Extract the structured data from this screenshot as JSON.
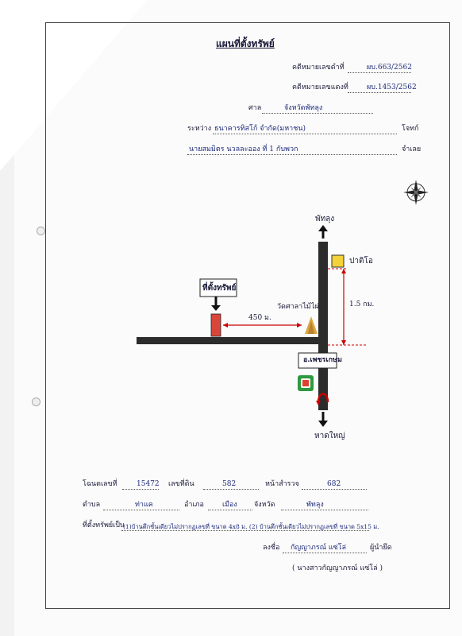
{
  "doc": {
    "title": "แผนที่ตั้งทรัพย์",
    "black_case_label": "คดีหมายเลขดำที่",
    "black_case_no": "ผบ.663/2562",
    "red_case_label": "คดีหมายเลขแดงที่",
    "red_case_no": "ผบ.1453/2562",
    "court_label": "ศาล",
    "court_value": "จังหวัดพัทลุง",
    "between_label": "ระหว่าง",
    "plaintiff": "ธนาคารทิสโก้ จำกัด(มหาชน)",
    "plaintiff_role": "โจทก์",
    "defendant": "นายสมมิตร นวลละออง ที่ 1 กับพวก",
    "defendant_role": "จำเลย"
  },
  "map": {
    "north": "พัทลุง",
    "south": "หาดใหญ่",
    "pinpoint": "ที่ตั้งทรัพย์",
    "distance_label": "450 ม.",
    "temple": "วัดศาลาไม้ไผ่",
    "distance_vertical": "1.5 กม.",
    "papaya": "ปาติโอ",
    "district": "อ.เพชรเกษม"
  },
  "land": {
    "deed_label": "โฉนดเลขที่",
    "deed_no": "15472",
    "parcel_label": "เลขที่ดิน",
    "parcel_no": "582",
    "survey_label": "หน้าสำรวจ",
    "survey_no": "682",
    "subdistrict_label": "ตำบล",
    "subdistrict": "ท่าแค",
    "district_label": "อำเภอ",
    "district": "เมือง",
    "province_label": "จังหวัด",
    "province": "พัทลุง",
    "location_label": "ที่ตั้งทรัพย์เป็น",
    "location_desc": "(1)บ้านตึกชั้นเดียวไม่ปรากฏเลขที่ ขนาด 4x8 ม. (2) บ้านตึกชั้นเดียวไม่ปรากฏเลขที่ ขนาด 5x15 ม.",
    "sign_label": "ลงชื่อ",
    "signer": "กัญญาภรณ์ แซ่โล่",
    "signer_role": "ผู้นำยึด",
    "signer_full": "( นางสาวกัญญาภรณ์ แซ่โล่ )"
  }
}
